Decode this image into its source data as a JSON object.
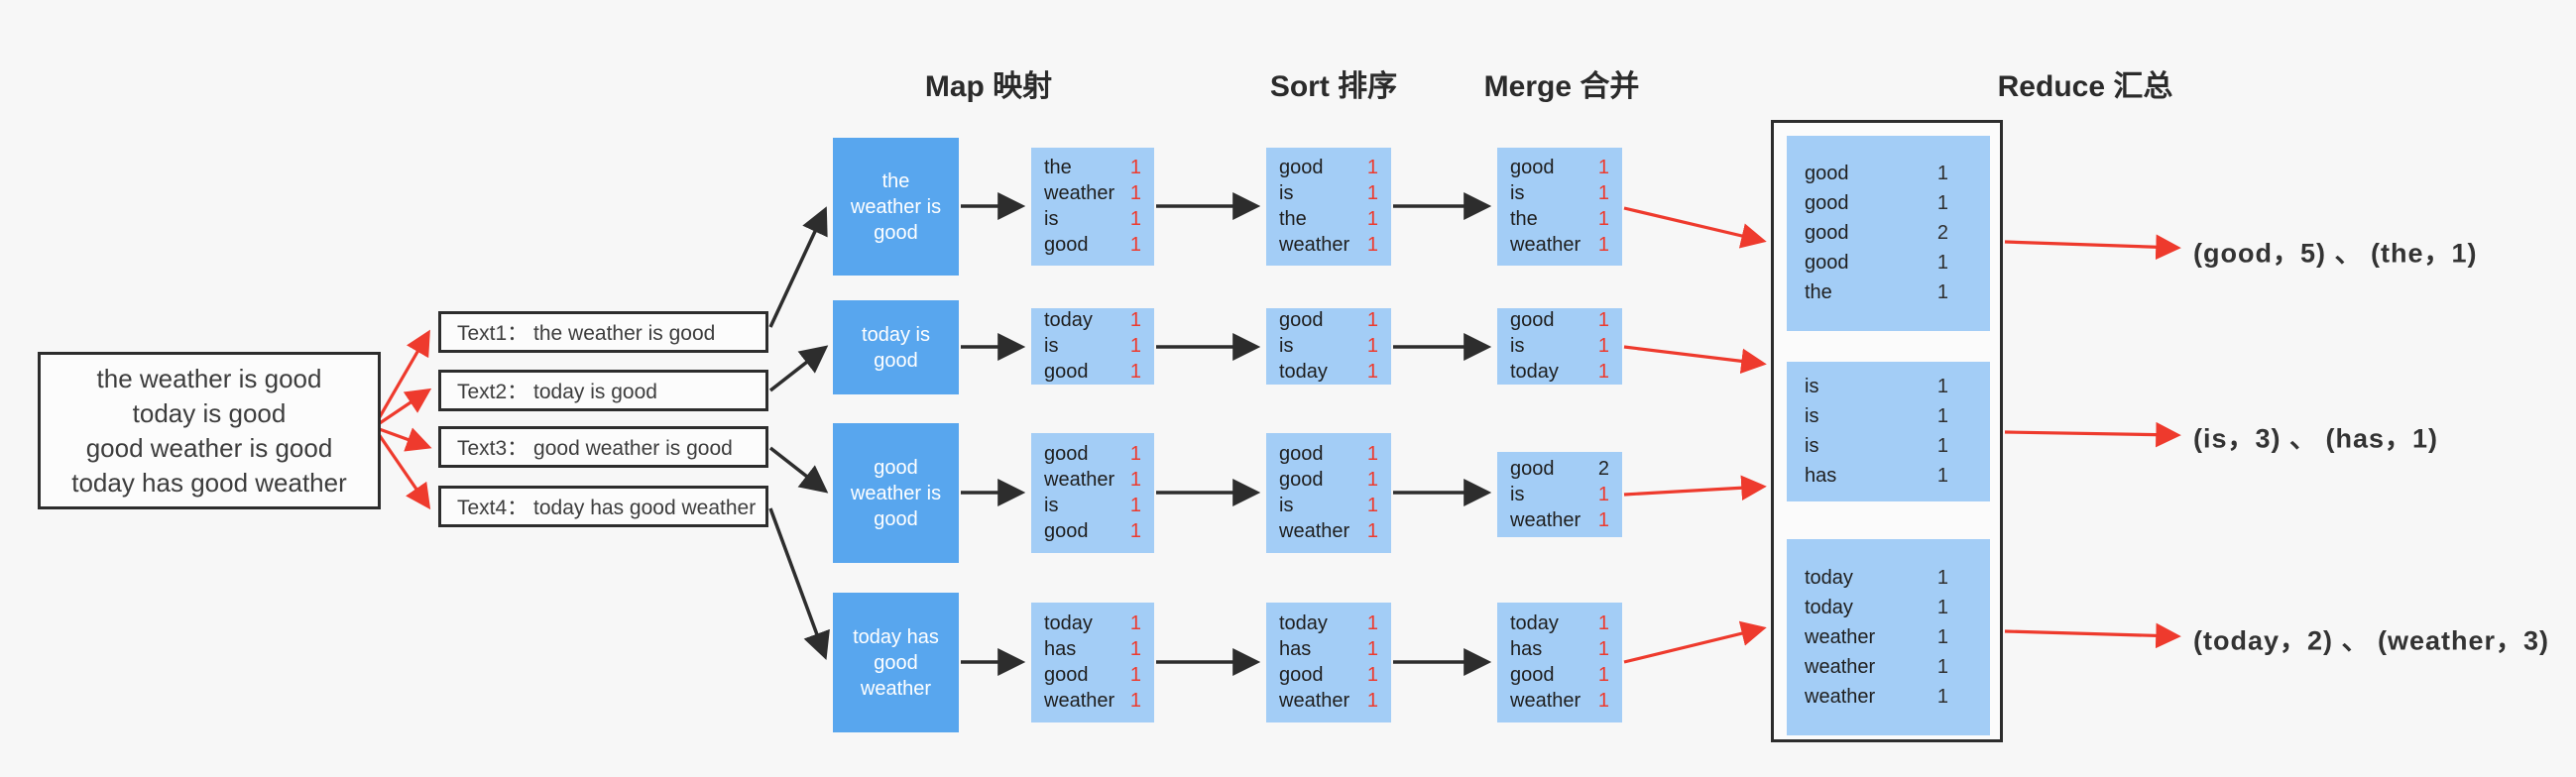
{
  "colors": {
    "background": "#f7f7f7",
    "accent_red": "#ee3a2d",
    "box_blue_dark": "#58a6ee",
    "box_blue_light": "#a3cdf6",
    "border_dark": "#2d2d2d"
  },
  "headers": {
    "map": "Map 映射",
    "sort": "Sort 排序",
    "merge": "Merge 合并",
    "reduce": "Reduce 汇总"
  },
  "source": {
    "lines": [
      "the weather is good",
      "today is good",
      "good weather is good",
      "today has good weather"
    ]
  },
  "text_inputs": [
    {
      "label": "Text1： the weather is good"
    },
    {
      "label": "Text2： today is good"
    },
    {
      "label": "Text3： good weather is good"
    },
    {
      "label": "Text4： today has good weather"
    }
  ],
  "map_inputs": [
    {
      "lines": [
        "the",
        "weather is",
        "good"
      ]
    },
    {
      "lines": [
        "today is",
        "good"
      ]
    },
    {
      "lines": [
        "good",
        "weather is",
        "good"
      ]
    },
    {
      "lines": [
        "today has",
        "good",
        "weather"
      ]
    }
  ],
  "map_lists": [
    [
      {
        "w": "the",
        "c": "1"
      },
      {
        "w": "weather",
        "c": "1"
      },
      {
        "w": "is",
        "c": "1"
      },
      {
        "w": "good",
        "c": "1"
      }
    ],
    [
      {
        "w": "today",
        "c": "1"
      },
      {
        "w": "is",
        "c": "1"
      },
      {
        "w": "good",
        "c": "1"
      }
    ],
    [
      {
        "w": "good",
        "c": "1"
      },
      {
        "w": "weather",
        "c": "1"
      },
      {
        "w": "is",
        "c": "1"
      },
      {
        "w": "good",
        "c": "1"
      }
    ],
    [
      {
        "w": "today",
        "c": "1"
      },
      {
        "w": "has",
        "c": "1"
      },
      {
        "w": "good",
        "c": "1"
      },
      {
        "w": "weather",
        "c": "1"
      }
    ]
  ],
  "sort_lists": [
    [
      {
        "w": "good",
        "c": "1"
      },
      {
        "w": "is",
        "c": "1"
      },
      {
        "w": "the",
        "c": "1"
      },
      {
        "w": "weather",
        "c": "1"
      }
    ],
    [
      {
        "w": "good",
        "c": "1"
      },
      {
        "w": "is",
        "c": "1"
      },
      {
        "w": "today",
        "c": "1"
      }
    ],
    [
      {
        "w": "good",
        "c": "1"
      },
      {
        "w": "good",
        "c": "1"
      },
      {
        "w": "is",
        "c": "1"
      },
      {
        "w": "weather",
        "c": "1"
      }
    ],
    [
      {
        "w": "today",
        "c": "1"
      },
      {
        "w": "has",
        "c": "1"
      },
      {
        "w": "good",
        "c": "1"
      },
      {
        "w": "weather",
        "c": "1"
      }
    ]
  ],
  "merge_lists": [
    [
      {
        "w": "good",
        "c": "1"
      },
      {
        "w": "is",
        "c": "1"
      },
      {
        "w": "the",
        "c": "1"
      },
      {
        "w": "weather",
        "c": "1"
      }
    ],
    [
      {
        "w": "good",
        "c": "1"
      },
      {
        "w": "is",
        "c": "1"
      },
      {
        "w": "today",
        "c": "1"
      }
    ],
    [
      {
        "w": "good",
        "c": "2",
        "dark": true
      },
      {
        "w": "is",
        "c": "1"
      },
      {
        "w": "weather",
        "c": "1"
      }
    ],
    [
      {
        "w": "today",
        "c": "1"
      },
      {
        "w": "has",
        "c": "1"
      },
      {
        "w": "good",
        "c": "1"
      },
      {
        "w": "weather",
        "c": "1"
      }
    ]
  ],
  "reduce_groups": [
    [
      {
        "w": "good",
        "c": "1"
      },
      {
        "w": "good",
        "c": "1"
      },
      {
        "w": "good",
        "c": "2"
      },
      {
        "w": "good",
        "c": "1"
      },
      {
        "w": "the",
        "c": "1"
      }
    ],
    [
      {
        "w": "is",
        "c": "1"
      },
      {
        "w": "is",
        "c": "1"
      },
      {
        "w": "is",
        "c": "1"
      },
      {
        "w": "has",
        "c": "1"
      }
    ],
    [
      {
        "w": "today",
        "c": "1"
      },
      {
        "w": "today",
        "c": "1"
      },
      {
        "w": "weather",
        "c": "1"
      },
      {
        "w": "weather",
        "c": "1"
      },
      {
        "w": "weather",
        "c": "1"
      }
    ]
  ],
  "outputs": [
    {
      "text": "(good，5) 、 (the，1)"
    },
    {
      "text": "(is，3) 、 (has，1)"
    },
    {
      "text": "(today，2) 、 (weather，3)"
    }
  ]
}
